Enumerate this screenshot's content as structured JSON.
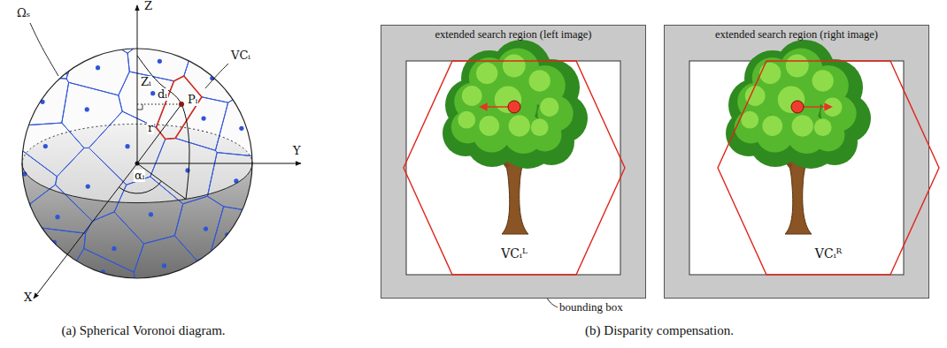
{
  "diagram": {
    "nodes": [
      {
        "text": [
          "extended search region (left image)"
        ]
      },
      {
        "text": [
          "VCᵢᴸ"
        ],
        "in": 0
      },
      {
        "text": [
          "extended search region (right image)"
        ]
      },
      {
        "text": [
          "VCᵢᴿ"
        ],
        "in": 2
      }
    ],
    "labels": [
      "Z",
      "Y",
      "X",
      "Ωₛ",
      "Zᵢ",
      "dᵢ",
      "Pᵢ",
      "r",
      "αᵢ",
      "VCᵢ",
      "bounding box",
      "(a) Spherical Voronoi diagram.",
      "(b) Disparity compensation."
    ]
  }
}
